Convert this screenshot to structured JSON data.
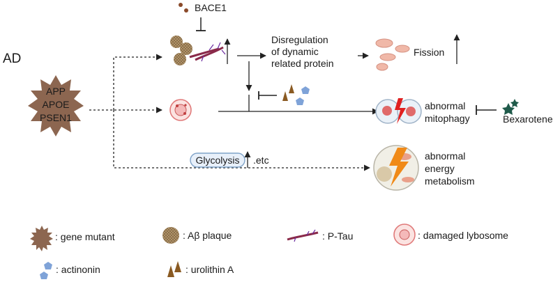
{
  "diagram": {
    "condition_label": "AD",
    "genes": [
      "APP",
      "APOE",
      "PSEN1"
    ],
    "bace1_label": "BACE1",
    "dysregulation_lines": [
      "Disregulation",
      "of dynamic",
      "related protein"
    ],
    "fission_label": "Fission",
    "mitophagy_lines": [
      "abnormal",
      "mitophagy"
    ],
    "bexarotene_label": "Bexarotene",
    "glycolysis_label": "Glycolysis",
    "etc_label": ".etc",
    "energy_lines": [
      "abnormal",
      "energy",
      "metabolism"
    ]
  },
  "legend": {
    "gene_mutant": ": gene mutant",
    "abeta_plaque": ": Aβ plaque",
    "ptau": ": P-Tau",
    "damaged_lysosome": ": damaged lybosome",
    "actinonin": ": actinonin",
    "urolithin": ": urolithin A"
  },
  "colors": {
    "gene_star": "#8c6650",
    "plaque": "#a88a5e",
    "ptau": "#8a2a4a",
    "lysosome": "#e07a7a",
    "actinonin": "#7fa3d8",
    "urolithin": "#8a5a22",
    "bexarotene": "#1f5a4a",
    "bace1": "#8a4a2a",
    "glycolysis_box": "#e8f0fa"
  }
}
